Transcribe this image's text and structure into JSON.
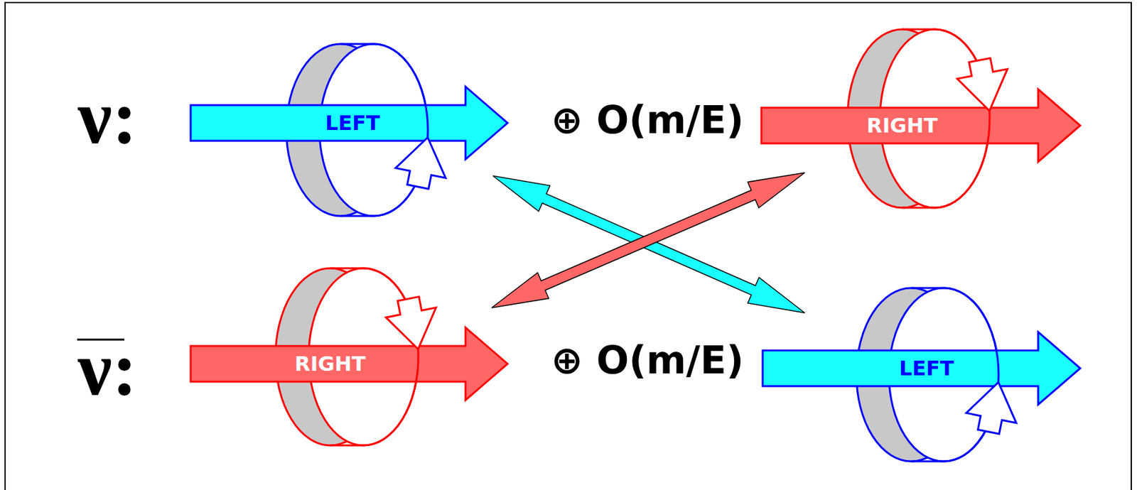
{
  "diagram": {
    "nodes": [
      {
        "text": [
          "LEFT"
        ]
      },
      {
        "text": [
          "RIGHT"
        ]
      },
      {
        "text": [
          "RIGHT"
        ]
      },
      {
        "text": [
          "LEFT"
        ]
      }
    ],
    "edges": [
      {
        "from": 0,
        "to": 3,
        "arrow": "both"
      },
      {
        "from": 2,
        "to": 1,
        "arrow": "both"
      }
    ],
    "labels": [
      "ν:",
      "⊕ O(m/E)",
      "ν:",
      "⊕ O(m/E)"
    ]
  }
}
